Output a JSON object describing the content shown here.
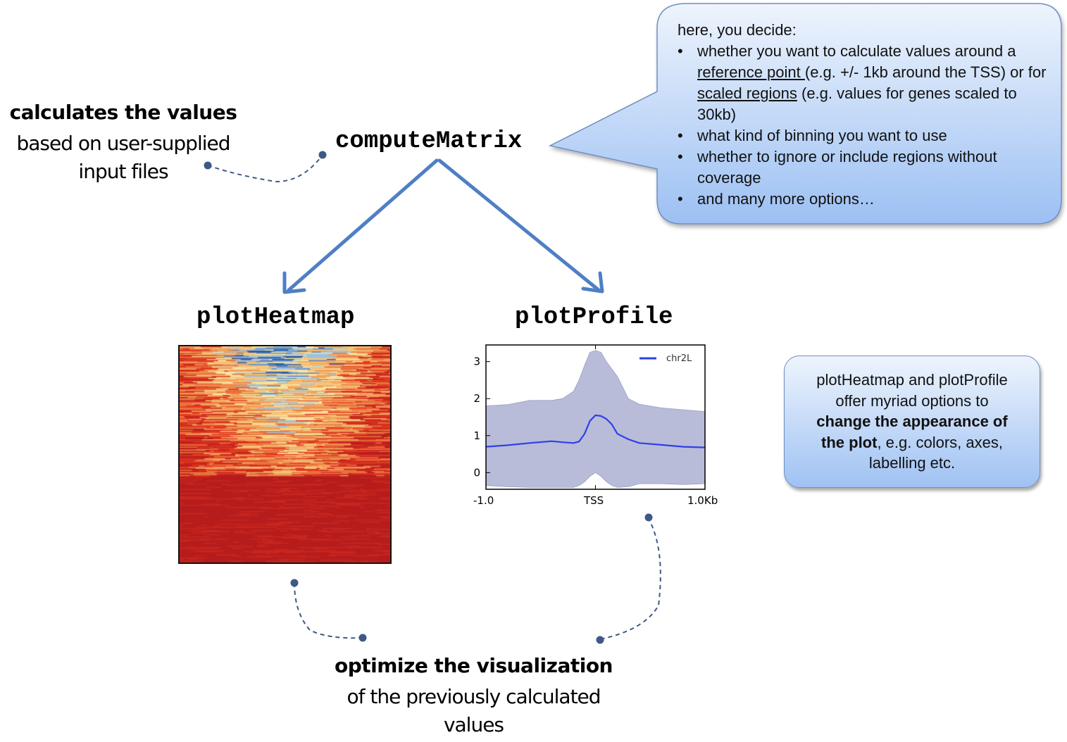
{
  "nodes": {
    "compute_matrix": "computeMatrix",
    "plot_heatmap": "plotHeatmap",
    "plot_profile": "plotProfile"
  },
  "annotations": {
    "calculates": {
      "bold": "calculates the values",
      "line1": "based on user-supplied",
      "line2": "input files"
    },
    "optimize": {
      "bold": "optimize the visualization",
      "line1": "of the previously calculated",
      "line2": "values"
    }
  },
  "bubble": {
    "intro": "here, you decide:",
    "b1_pre": "whether you want to calculate values around a ",
    "b1_ref": "reference point ",
    "b1_mid": "(e.g. +/- 1kb around the TSS) or for ",
    "b1_scaled": "scaled regions",
    "b1_post": " (e.g. values for genes scaled to 30kb)",
    "b2": "what kind of binning you want to use",
    "b3": "whether to ignore or include regions without coverage",
    "b4": "and many more options…"
  },
  "infobox": {
    "line1": "plotHeatmap and plotProfile",
    "line2": "offer myriad options to",
    "bold1": "change the appearance of",
    "bold2": "the plot",
    "rest": ", e.g. colors, axes,",
    "line5": "labelling etc."
  },
  "chart_data": {
    "type": "line",
    "x_tick_labels": [
      "-1.0",
      "TSS",
      "1.0Kb"
    ],
    "y_ticks": [
      0,
      1,
      2,
      3
    ],
    "ylim": [
      -0.45,
      3.45
    ],
    "series": [
      {
        "name": "chr2L",
        "color": "#2f3fe8",
        "x": [
          -1.0,
          -0.8,
          -0.6,
          -0.4,
          -0.3,
          -0.2,
          -0.15,
          -0.1,
          -0.05,
          0.0,
          0.05,
          0.1,
          0.15,
          0.2,
          0.3,
          0.4,
          0.6,
          0.8,
          1.0
        ],
        "values": [
          0.7,
          0.74,
          0.8,
          0.85,
          0.82,
          0.8,
          0.84,
          1.05,
          1.4,
          1.55,
          1.53,
          1.45,
          1.3,
          1.05,
          0.9,
          0.8,
          0.75,
          0.7,
          0.68
        ],
        "band_upper": [
          1.8,
          1.84,
          1.95,
          1.95,
          2.0,
          2.2,
          2.5,
          2.9,
          3.25,
          3.3,
          3.25,
          3.0,
          2.8,
          2.6,
          2.0,
          1.85,
          1.75,
          1.7,
          1.65
        ],
        "band_lower": [
          -0.35,
          -0.38,
          -0.4,
          -0.4,
          -0.4,
          -0.4,
          -0.35,
          -0.25,
          -0.1,
          0.0,
          -0.1,
          -0.25,
          -0.35,
          -0.4,
          -0.38,
          -0.3,
          -0.3,
          -0.32,
          -0.3
        ]
      }
    ],
    "legend": "top-right"
  },
  "heatmap_data": {
    "type": "heatmap",
    "colormap": [
      "#2c5fa8",
      "#f6e7a8",
      "#f4a35c",
      "#e23a22",
      "#b61d1d"
    ]
  },
  "colors": {
    "arrow": "#4f7fc4",
    "connector": "#3d5a86",
    "bubble_border": "#6f8fc2"
  }
}
